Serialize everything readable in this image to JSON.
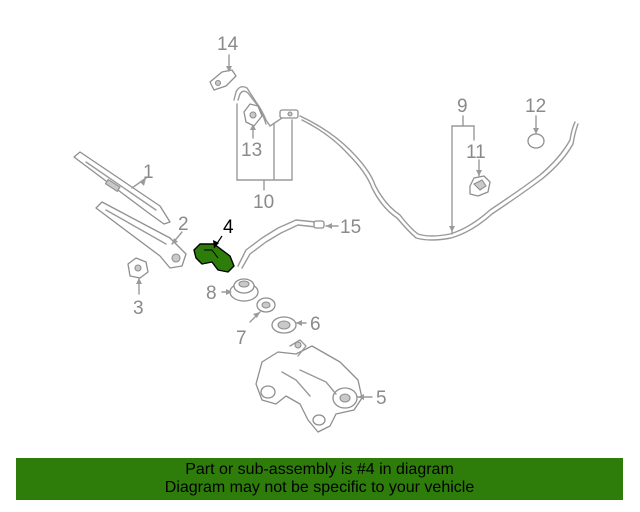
{
  "diagram": {
    "labels": {
      "p1": "1",
      "p2": "2",
      "p3": "3",
      "p4": "4",
      "p5": "5",
      "p6": "6",
      "p7": "7",
      "p8": "8",
      "p9": "9",
      "p10": "10",
      "p11": "11",
      "p12": "12",
      "p13": "13",
      "p14": "14",
      "p15": "15"
    },
    "highlight_part": "4",
    "colors": {
      "highlight_fill": "#2e7d0a",
      "line": "#9a9a9a",
      "label": "#8a8a8a",
      "banner": "#2e7d0a"
    }
  },
  "banner": {
    "line1": "Part or sub-assembly is #4 in diagram",
    "line2": "Diagram may not be specific to your vehicle"
  }
}
